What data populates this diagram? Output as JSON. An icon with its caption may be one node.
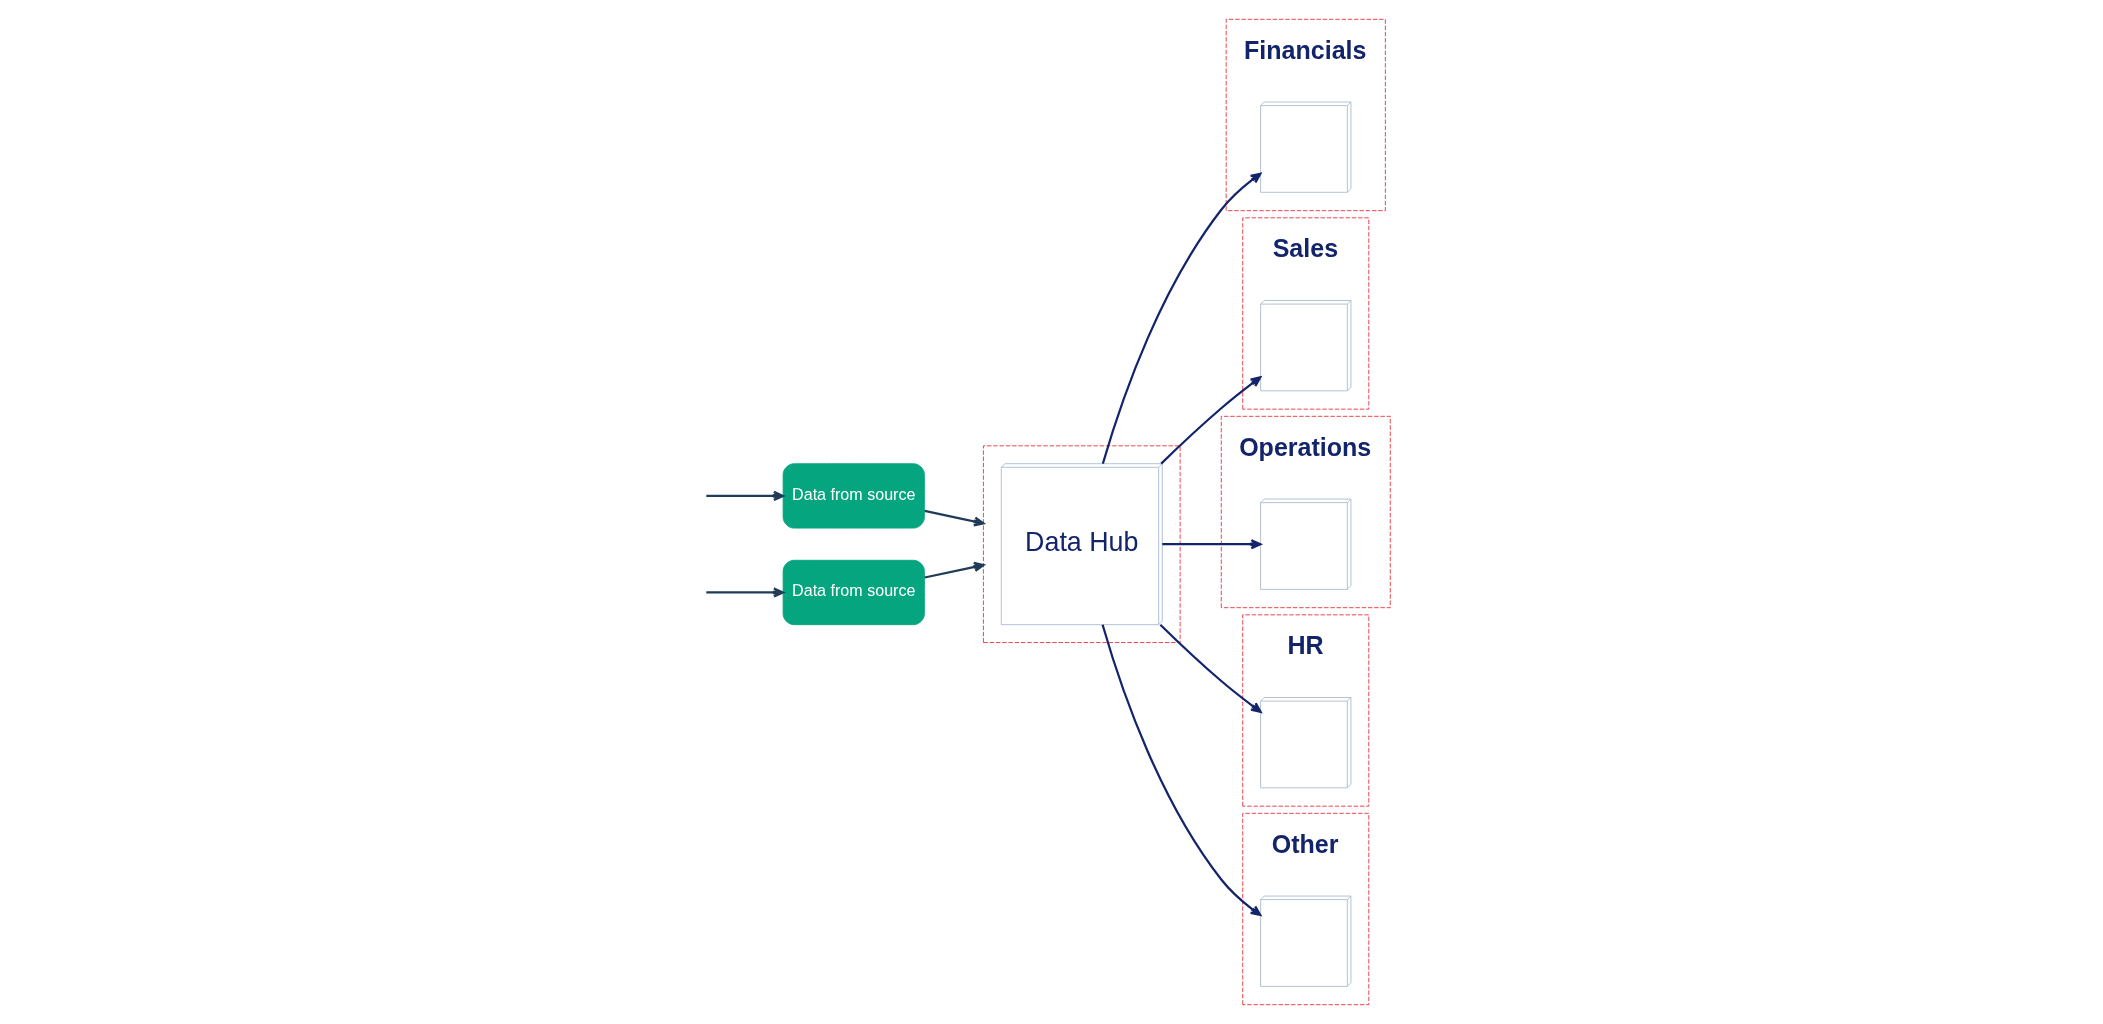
{
  "diagram": {
    "nodes": [
      {
        "text": [
          "Data from source"
        ]
      },
      {
        "text": [
          "Data from source"
        ]
      },
      {
        "text": [],
        "shape": "box"
      },
      {
        "text": [
          "Data Hub"
        ],
        "in": 2
      },
      {
        "text": [],
        "shape": "box"
      },
      {
        "text": [],
        "shape": "cube",
        "in": 4,
        "beside": [
          "Financials"
        ]
      },
      {
        "text": [],
        "shape": "box"
      },
      {
        "text": [],
        "shape": "cube",
        "in": 6,
        "beside": [
          "Sales"
        ]
      },
      {
        "text": [],
        "shape": "box"
      },
      {
        "text": [],
        "shape": "cube",
        "in": 8,
        "beside": [
          "Operations"
        ]
      },
      {
        "text": [],
        "shape": "box"
      },
      {
        "text": [],
        "shape": "cube",
        "in": 10,
        "beside": [
          "HR"
        ]
      },
      {
        "text": [],
        "shape": "box"
      },
      {
        "text": [],
        "shape": "cube",
        "in": 12,
        "beside": [
          "Other"
        ]
      }
    ],
    "edges": [
      {
        "from": null,
        "to": 0,
        "arrow": "to",
        "color": "#1f3b57"
      },
      {
        "from": null,
        "to": 1,
        "arrow": "to",
        "color": "#1f3b57"
      },
      {
        "from": 0,
        "to": 2,
        "arrow": "to",
        "color": "#1f3b57"
      },
      {
        "from": 1,
        "to": 2,
        "arrow": "to",
        "color": "#1f3b57"
      },
      {
        "from": 3,
        "to": 5,
        "arrow": "to"
      },
      {
        "from": 3,
        "to": 7,
        "arrow": "to"
      },
      {
        "from": 3,
        "to": 9,
        "arrow": "to"
      },
      {
        "from": 3,
        "to": 11,
        "arrow": "to"
      },
      {
        "from": 3,
        "to": 13,
        "arrow": "to"
      }
    ]
  }
}
